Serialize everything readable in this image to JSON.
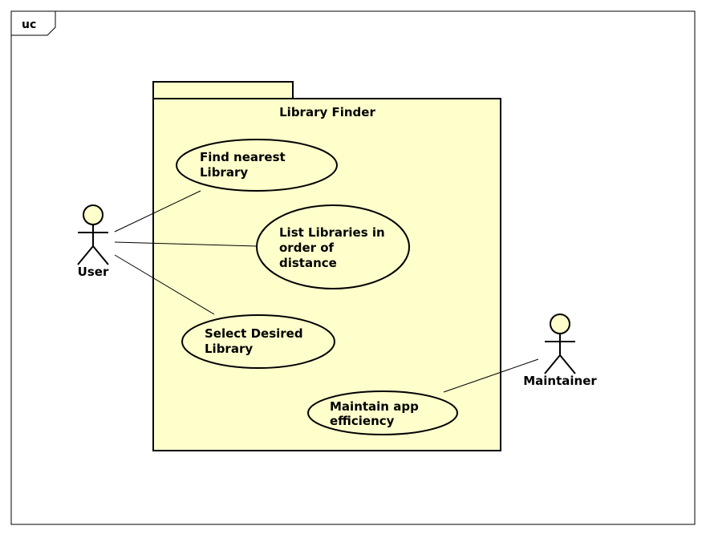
{
  "frame": {
    "label": "uc"
  },
  "package": {
    "title": "Library Finder"
  },
  "use_cases": [
    {
      "id": "find-nearest",
      "lines": [
        "Find nearest",
        "Library"
      ]
    },
    {
      "id": "list-libraries",
      "lines": [
        "List Libraries in",
        "order of",
        "distance"
      ]
    },
    {
      "id": "select-desired",
      "lines": [
        "Select Desired",
        "Library"
      ]
    },
    {
      "id": "maintain-efficiency",
      "lines": [
        "Maintain app",
        "efficiency"
      ]
    }
  ],
  "actors": [
    {
      "id": "user",
      "label": "User"
    },
    {
      "id": "maintainer",
      "label": "Maintainer"
    }
  ],
  "associations": [
    {
      "actor": "user",
      "use_case": "find-nearest"
    },
    {
      "actor": "user",
      "use_case": "list-libraries"
    },
    {
      "actor": "user",
      "use_case": "select-desired"
    },
    {
      "actor": "maintainer",
      "use_case": "maintain-efficiency"
    }
  ],
  "colors": {
    "fill": "#ffffcc",
    "stroke": "#000000",
    "background": "#ffffff"
  }
}
